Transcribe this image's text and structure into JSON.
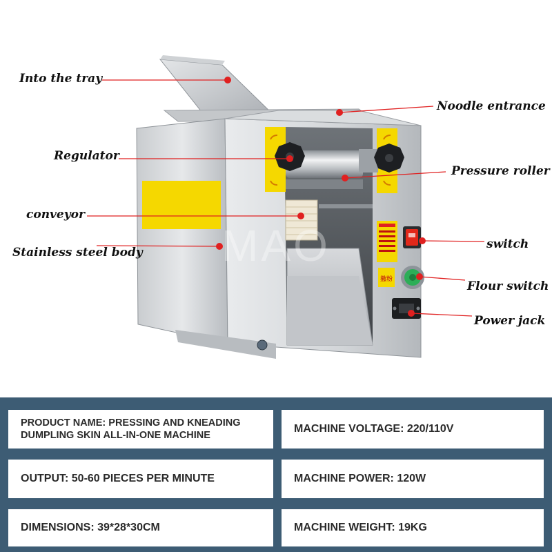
{
  "watermark": "MAO",
  "colors": {
    "pointer_line": "#e02020",
    "pointer_dot": "#e02020",
    "panel_background": "#3d5c74",
    "steel_light": "#d8dadd",
    "steel_dark": "#9ea3a8",
    "label_yellow": "#f5d800"
  },
  "callouts": {
    "into_the_tray": "Into the tray",
    "noodle_entrance": "Noodle entrance",
    "regulator": "Regulator",
    "pressure_roller": "Pressure roller",
    "conveyor": "conveyor",
    "switch": "switch",
    "stainless_steel_body": "Stainless steel body",
    "flour_switch": "Flour switch",
    "power_jack": "Power jack"
  },
  "machine_labels": {
    "flour_button_label": "撒粉"
  },
  "specs": {
    "product_name": "PRODUCT NAME: PRESSING AND KNEADING DUMPLING SKIN ALL-IN-ONE MACHINE",
    "voltage": "MACHINE VOLTAGE: 220/110V",
    "output": "OUTPUT: 50-60 PIECES PER MINUTE",
    "power": "MACHINE POWER: 120W",
    "dimensions": "DIMENSIONS: 39*28*30CM",
    "weight": "MACHINE WEIGHT: 19KG"
  }
}
